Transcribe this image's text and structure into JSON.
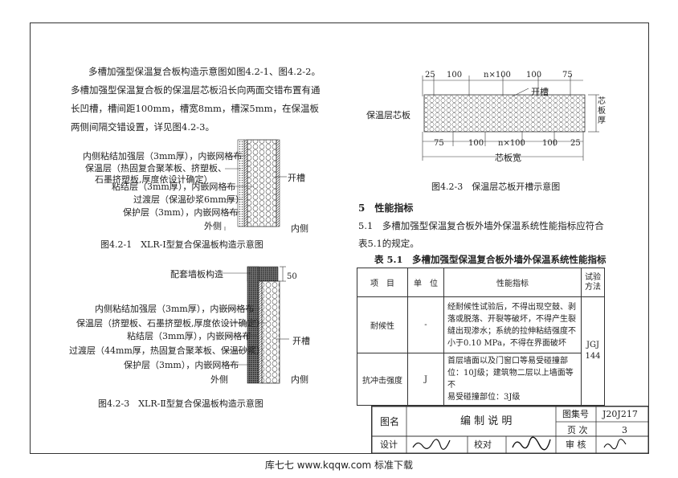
{
  "intro": "多槽加强型保温复合板构造示意图如图4.2-1、图4.2-2。多槽加强型保温复合板的保温层芯板沿长向两面交错布置有通长凹槽，槽间距100mm，槽宽8mm，槽深5mm，在保温板两侧间隔交错设置，详见图4.2-3。",
  "fig1": {
    "labels": [
      "内侧粘结加强层（3mm厚），内嵌网格布",
      "保温层（热固复合聚苯板、挤塑板、",
      "石墨挤塑板,厚度依设计确定）",
      "粘结层（3mm厚），内嵌网格布",
      "过渡层（保温砂浆6mm厚）",
      "保护层（3mm），内嵌网格布"
    ],
    "groove": "开槽",
    "outside": "外侧",
    "inside": "内侧",
    "caption": "图4.2-1　XLR-Ⅰ型复合保温板构造示意图"
  },
  "fig2": {
    "matching": "配套墙板构造",
    "dim": "50",
    "labels": [
      "内侧粘结加强层（3mm厚），内嵌网格布",
      "保温层（挤塑板、石墨挤塑板,厚度依设计确定）",
      "粘结层（3mm厚），内嵌网格布",
      "过渡层（44mm厚，热固复合聚苯板、保温砂浆）",
      "保护层（3mm），内嵌网格布"
    ],
    "groove": "开槽",
    "outside": "外侧",
    "inside": "内侧",
    "caption": "图4.2-3　XLR-Ⅱ型复合保温板构造示意图"
  },
  "fig3": {
    "top_dims": [
      "25",
      "100",
      "n×100",
      "100",
      "75"
    ],
    "bottom_dims": [
      "75",
      "100",
      "n×100",
      "100",
      "25"
    ],
    "groove": "开槽",
    "core": "保温层芯板",
    "thickness": "芯板厚",
    "width": "芯板宽",
    "caption": "图4.2-3　保温层芯板开槽示意图"
  },
  "section": {
    "heading": "5　性能指标",
    "text1": "5.1　多槽加强型保温复合板外墙外保温系统性能指标应符合",
    "text2": "表5.1的规定。",
    "table_title": "表 5.1　多槽加强型保温复合板外墙外保温系统性能指标"
  },
  "perf_table": {
    "headers": [
      "项　目",
      "单　位",
      "性能指标",
      "试验方法"
    ],
    "rows": [
      {
        "item": "耐候性",
        "unit": "-",
        "lines": [
          "经耐候性试验后，不得出现空鼓、剥",
          "落或脱落、开裂等破坏，不得产生裂",
          "缝出现渗水；系统的拉伸粘结强度不",
          "小于0.10 MPa，不得在界面破坏"
        ]
      },
      {
        "item": "抗冲击强度",
        "unit": "J",
        "lines": [
          "首层墙面以及门窗口等易受碰撞部",
          "位：10J级；建筑物二层以上墙面等不",
          "易受碰撞部位：3J级"
        ]
      }
    ],
    "method": [
      "JGJ",
      "144"
    ]
  },
  "title_block": {
    "name_label": "图名",
    "name": "编 制 说 明",
    "atlas_label": "图集号",
    "atlas_no": "J20J217",
    "page_label": "页 次",
    "page_no": "3",
    "design": "设计",
    "check": "校对",
    "review": "审 核"
  },
  "footer": "库七七 www.kqqw.com 标准下载"
}
